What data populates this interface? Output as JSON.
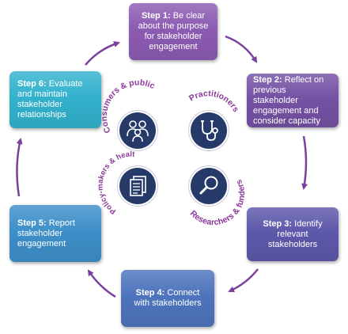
{
  "steps": [
    {
      "num": "Step 1:",
      "text": "Be clear about the purpose for stakeholder engagement",
      "color": "#8c5bb3"
    },
    {
      "num": "Step 2:",
      "text": "Reflect on previous stakeholder engagement and consider capacity",
      "color": "#7452a4"
    },
    {
      "num": "Step 3:",
      "text": "Identify relevant stakeholders",
      "color": "#5d58aa"
    },
    {
      "num": "Step 4:",
      "text": "Connect with stakeholders",
      "color": "#4e74bd"
    },
    {
      "num": "Step 5:",
      "text": "Report stakeholder engagement",
      "color": "#3e8fc9"
    },
    {
      "num": "Step 6:",
      "text": "Evaluate and maintain stakeholder relationships",
      "color": "#33b2cd"
    }
  ],
  "stakeholders": [
    {
      "label": "Consumers & public",
      "icon": "people-icon"
    },
    {
      "label": "Practitioners",
      "icon": "stethoscope-icon"
    },
    {
      "label": "Policy-makers & healthcare managers",
      "icon": "document-icon"
    },
    {
      "label": "Researchers & funders",
      "icon": "magnifier-icon"
    }
  ],
  "colors": {
    "arrow": "#7b3f9e",
    "label": "#8a3a9a",
    "circle": "#263a6a"
  }
}
